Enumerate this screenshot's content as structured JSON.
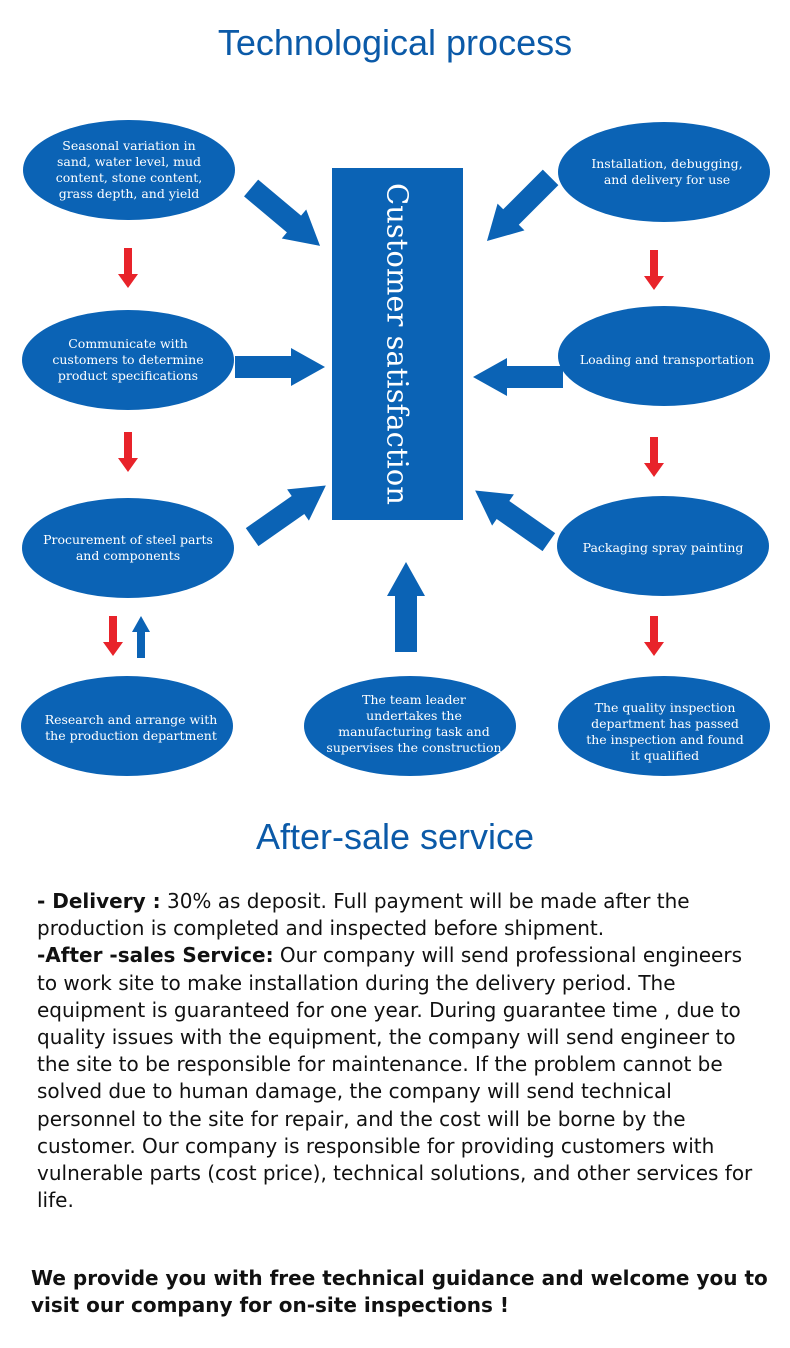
{
  "titles": {
    "process": "Technological process",
    "after_sale": "After-sale service"
  },
  "center": "Customer satisfaction",
  "nodes": {
    "seasonal": "Seasonal variation in sand, water level, mud content, stone content, grass depth, and yield",
    "communicate": "Communicate with customers to determine product specifications",
    "procurement": "Procurement of steel parts and components",
    "research": "Research and arrange with the production department",
    "team_leader": "The team leader undertakes the manufacturing task and supervises the construction",
    "quality": "The quality inspection department has passed the inspection and found it qualified",
    "packaging": "Packaging spray painting",
    "loading": "Loading and transportation",
    "installation": "Installation, debugging, and delivery for use"
  },
  "colors": {
    "blue": "#0b63b5",
    "red": "#e8232a",
    "title": "#0b5aa8"
  },
  "service": {
    "delivery_label": "- Delivery :",
    "delivery_text": " 30% as deposit. Full payment will be made after the production is completed and inspected before shipment.",
    "after_label": "-After -sales Service:",
    "after_text": " Our company will send professional engineers to work site to make installation during the delivery period. The equipment is guaranteed for one year. During guarantee time , due to quality issues with the equipment, the company will send engineer to the site to be responsible for maintenance. If the problem cannot be solved due to human damage, the company will send technical personnel to the site for repair, and the cost will be borne by the customer. Our company is responsible for providing customers with vulnerable parts (cost price), technical solutions, and other services for life."
  },
  "footer": "We provide you with free technical guidance and welcome you to visit our company for on-site inspections !"
}
